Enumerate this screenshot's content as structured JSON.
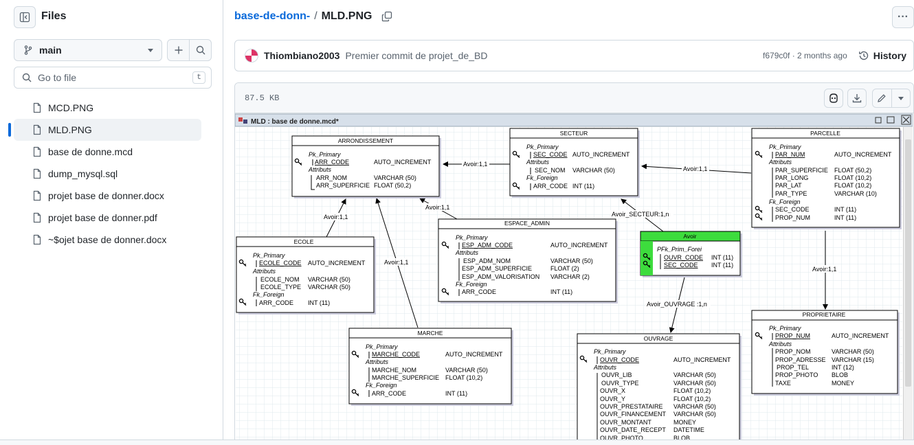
{
  "sidebar": {
    "title": "Files",
    "branch": "main",
    "search_placeholder": "Go to file",
    "search_shortcut": "t",
    "files": [
      {
        "name": "MCD.PNG"
      },
      {
        "name": "MLD.PNG",
        "active": true
      },
      {
        "name": "base de donne.mcd"
      },
      {
        "name": "dump_mysql.sql"
      },
      {
        "name": "projet base de donner.docx"
      },
      {
        "name": "projet base de donner.pdf"
      },
      {
        "name": "~$ojet base de donner.docx"
      }
    ]
  },
  "header": {
    "repo": "base-de-donn-",
    "separator": "/",
    "file": "MLD.PNG",
    "more_label": "···"
  },
  "commit": {
    "author": "Thiombiano2003",
    "message": "Premier commit de projet_de_BD",
    "meta": "f679c0f · 2 months ago",
    "history_label": "History"
  },
  "fileview": {
    "size": "87.5 KB"
  },
  "diagram": {
    "window_title": "MLD : base de donne.mcd*",
    "entities": {
      "arrondissement": {
        "title": "ARRONDISSEMENT",
        "pk_label": "Pk_Primary",
        "pk": [
          [
            "ARR_CODE",
            "AUTO_INCREMENT"
          ]
        ],
        "attr_label": "Attributs",
        "attrs": [
          [
            "ARR_NOM",
            "VARCHAR (50)"
          ],
          [
            "ARR_SUPERFICIE",
            "FLOAT (50,2)"
          ]
        ]
      },
      "secteur": {
        "title": "SECTEUR",
        "pk_label": "Pk_Primary",
        "pk": [
          [
            "SEC_CODE",
            "AUTO_INCREMENT"
          ]
        ],
        "attr_label": "Attributs",
        "attrs": [
          [
            "SEC_NOM",
            "VARCHAR (50)"
          ]
        ],
        "fk_label": "Fk_Foreign",
        "fks": [
          [
            "ARR_CODE",
            "INT (11)"
          ]
        ]
      },
      "parcelle": {
        "title": "PARCELLE",
        "pk_label": "Pk_Primary",
        "pk": [
          [
            "PAR_NUM",
            "AUTO_INCREMENT"
          ]
        ],
        "attr_label": "Attributs",
        "attrs": [
          [
            "PAR_SUPERFICIE",
            "FLOAT (50,2)"
          ],
          [
            "PAR_LONG",
            "FLOAT (10,2)"
          ],
          [
            "PAR_LAT",
            "FLOAT (10,2)"
          ],
          [
            "PAR_TYPE",
            "VARCHAR (10)"
          ]
        ],
        "fk_label": "Fk_Foreign",
        "fks": [
          [
            "SEC_CODE",
            "INT (11)"
          ],
          [
            "PROP_NUM",
            "INT (11)"
          ]
        ]
      },
      "espace_admin": {
        "title": "ESPACE_ADMIN",
        "pk_label": "Pk_Primary",
        "pk": [
          [
            "ESP_ADM_CODE",
            "AUTO_INCREMENT"
          ]
        ],
        "attr_label": "Attributs",
        "attrs": [
          [
            "ESP_ADM_NOM",
            "VARCHAR (50)"
          ],
          [
            "ESP_ADM_SUPERFICIE",
            "FLOAT (2)"
          ],
          [
            "ESP_ADM_VALORISATION",
            "VARCHAR (2)"
          ]
        ],
        "fk_label": "Fk_Foreign",
        "fks": [
          [
            "ARR_CODE",
            "INT (11)"
          ]
        ]
      },
      "ecole": {
        "title": "ECOLE",
        "pk_label": "Pk_Primary",
        "pk": [
          [
            "ECOLE_CODE",
            "AUTO_INCREMENT"
          ]
        ],
        "attr_label": "Attributs",
        "attrs": [
          [
            "ECOLE_NOM",
            "VARCHAR (50)"
          ],
          [
            "ECOLE_TYPE",
            "VARCHAR (50)"
          ]
        ],
        "fk_label": "Fk_Foreign",
        "fks": [
          [
            "ARR_CODE",
            "INT (11)"
          ]
        ]
      },
      "avoir": {
        "title": "Avoir",
        "pk_label": "PFk_Prim_Forei",
        "pk": [
          [
            "OUVR_CODE",
            "INT (11)"
          ],
          [
            "SEC_CODE",
            "INT (11)"
          ]
        ]
      },
      "marche": {
        "title": "MARCHE",
        "pk_label": "Pk_Primary",
        "pk": [
          [
            "MARCHE_CODE",
            "AUTO_INCREMENT"
          ]
        ],
        "attr_label": "Attributs",
        "attrs": [
          [
            "MARCHE_NOM",
            "VARCHAR (50)"
          ],
          [
            "MARCHE_SUPERFICIE",
            "FLOAT (10,2)"
          ]
        ],
        "fk_label": "Fk_Foreign",
        "fks": [
          [
            "ARR_CODE",
            "INT (11)"
          ]
        ]
      },
      "ouvrage": {
        "title": "OUVRAGE",
        "pk_label": "Pk_Primary",
        "pk": [
          [
            "OUVR_CODE",
            "AUTO_INCREMENT"
          ]
        ],
        "attr_label": "Attributs",
        "attrs": [
          [
            "OUVR_LIB",
            "VARCHAR (50)"
          ],
          [
            "OUVR_TYPE",
            "VARCHAR (50)"
          ],
          [
            "OUVR_X",
            "FLOAT (10,2)"
          ],
          [
            "OUVR_Y",
            "FLOAT (10,2)"
          ],
          [
            "OUVR_PRESTATAIRE",
            "VARCHAR (50)"
          ],
          [
            "OUVR_FINANCEMENT",
            "VARCHAR (50)"
          ],
          [
            "OUVR_MONTANT",
            "MONEY"
          ],
          [
            "OUVR_DATE_RECEPT",
            "DATETIME"
          ],
          [
            "OUVR_PHOTO",
            "BLOB"
          ]
        ]
      },
      "proprietaire": {
        "title": "PROPRIETAIRE",
        "pk_label": "Pk_Primary",
        "pk": [
          [
            "PROP_NUM",
            "AUTO_INCREMENT"
          ]
        ],
        "attr_label": "Attributs",
        "attrs": [
          [
            "PROP_NOM",
            "VARCHAR (50)"
          ],
          [
            "PROP_ADRESSE",
            "VARCHAR (15)"
          ],
          [
            "PROP_TEL",
            "INT (12)"
          ],
          [
            "PROP_PHOTO",
            "BLOB"
          ],
          [
            "TAXE",
            "MONEY"
          ]
        ]
      }
    },
    "relations": {
      "secteur_arr": "Avoir:1,1",
      "parcelle_sec": "Avoir:1,1",
      "ecole_arr": "Avoir:1,1",
      "esp_arr": "Avoir:1,1",
      "marche_arr": "Avoir:1,1",
      "avoir_sec": "Avoir_SECTEUR:1,n",
      "avoir_ouv": "Avoir_OUVRAGE :1,n",
      "parcelle_prop": "Avoir:1,1"
    }
  }
}
